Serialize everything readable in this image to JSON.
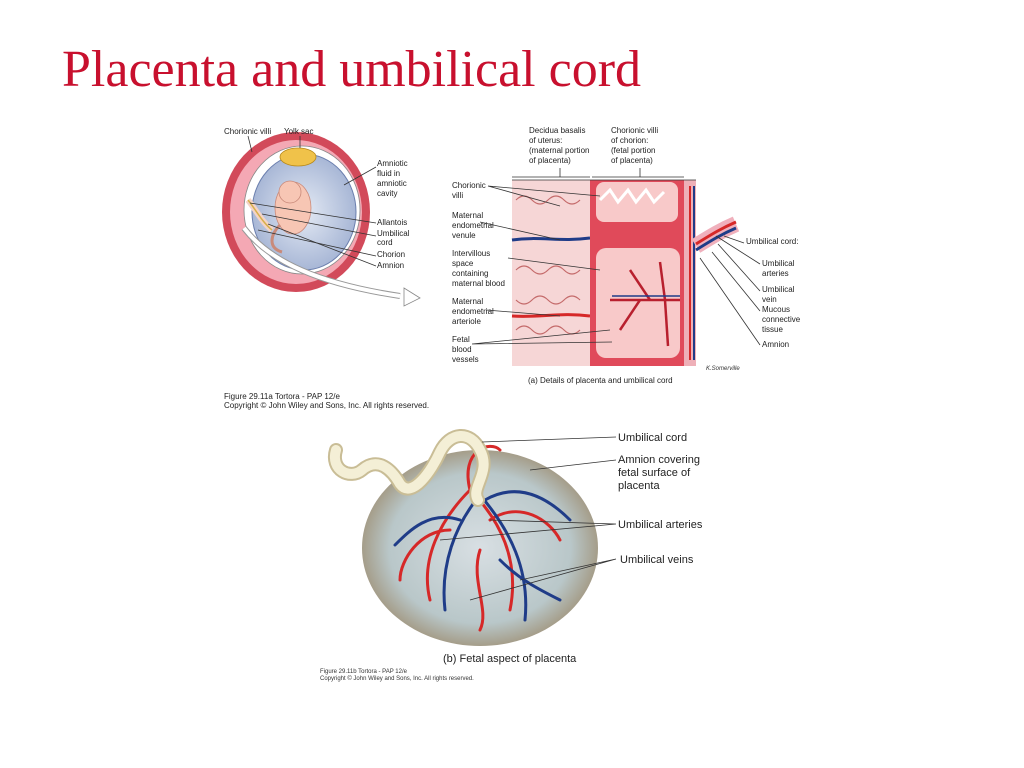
{
  "slide": {
    "title": "Placenta and umbilical cord"
  },
  "fig_a_left": {
    "labels": {
      "chorionic_villi": "Chorionic villi",
      "yolk_sac": "Yolk sac",
      "amniotic": [
        "Amniotic",
        "fluid in",
        "amniotic",
        "cavity"
      ],
      "allantois": "Allantois",
      "umbilical_cord": [
        "Umbilical",
        "cord"
      ],
      "chorion": "Chorion",
      "amnion": "Amnion"
    }
  },
  "fig_a_right": {
    "top_labels": {
      "decidua": [
        "Decidua basalis",
        "of uterus:",
        "(maternal portion",
        "of placenta)"
      ],
      "chorionic_villi_fetal": [
        "Chorionic villi",
        "of chorion:",
        "(fetal portion",
        "of placenta)"
      ]
    },
    "left_labels": {
      "chorionic_villi": [
        "Chorionic",
        "villi"
      ],
      "maternal_venule": [
        "Maternal",
        "endometrial",
        "venule"
      ],
      "intervillous": [
        "Intervillous",
        "space",
        "containing",
        "maternal blood"
      ],
      "maternal_arteriole": [
        "Maternal",
        "endometrial",
        "arteriole"
      ],
      "fetal_vessels": [
        "Fetal",
        "blood",
        "vessels"
      ]
    },
    "right_labels": {
      "umbilical_cord": "Umbilical cord:",
      "umbilical_arteries": [
        "Umbilical",
        "arteries"
      ],
      "umbilical_vein": [
        "Umbilical",
        "vein"
      ],
      "mucous": [
        "Mucous",
        "connective",
        "tissue"
      ],
      "amnion": "Amnion"
    },
    "signature": "K.Somerville",
    "caption": "(a) Details of placenta and umbilical cord"
  },
  "credit_a": {
    "line1": "Figure 29.11a  Tortora - PAP 12/e",
    "line2": "Copyright © John Wiley and Sons, Inc. All rights reserved."
  },
  "fig_b": {
    "labels": {
      "umbilical_cord": "Umbilical cord",
      "amnion_covering": [
        "Amnion covering",
        "fetal surface of",
        "placenta"
      ],
      "umbilical_arteries": "Umbilical arteries",
      "umbilical_veins": "Umbilical veins"
    },
    "caption": "(b) Fetal aspect of placenta"
  },
  "credit_b": {
    "line1": "Figure 29.11b  Tortora - PAP 12/e",
    "line2": "Copyright © John Wiley and Sons, Inc. All rights reserved."
  },
  "colors": {
    "title": "#c8102e",
    "artery": "#d62828",
    "vein": "#1f3c88",
    "tissue": "#f2b8b8"
  }
}
